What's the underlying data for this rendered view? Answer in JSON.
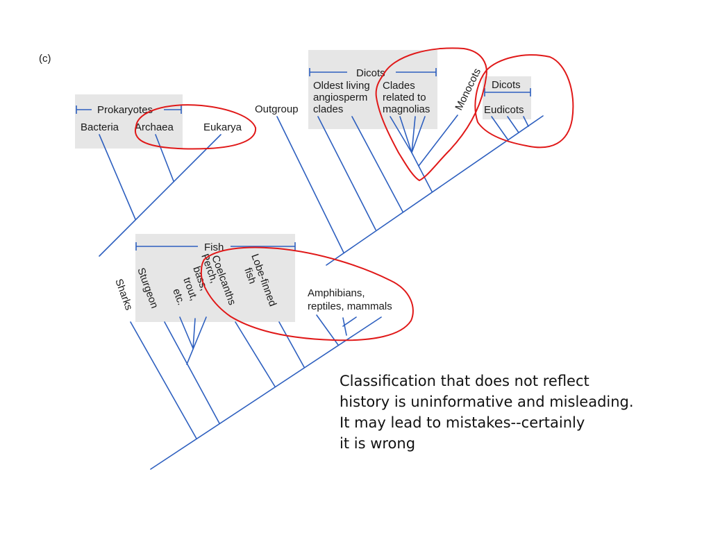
{
  "panel_label": "(c)",
  "tree_top_left": {
    "group": "Prokaryotes",
    "taxa": [
      "Bacteria",
      "Archaea",
      "Eukarya"
    ]
  },
  "tree_top_right": {
    "outgroup": "Outgroup",
    "group_dicots_left": "Dicots",
    "taxa": {
      "oldest_line1": "Oldest living",
      "oldest_line2": "angiosperm",
      "oldest_line3": "clades",
      "clades_line1": "Clades",
      "clades_line2": "related to",
      "clades_line3": "magnolias",
      "monocots": "Monocots",
      "eudicots": "Eudicots"
    },
    "group_dicots_right": "Dicots"
  },
  "tree_bottom": {
    "group": "Fish",
    "taxa": {
      "sharks": "Sharks",
      "sturgeon": "Sturgeon",
      "perch_line1": "Perch,",
      "perch_line2": "bass,",
      "perch_line3": "trout,",
      "perch_line4": "etc.",
      "coelacanths": "Coelcanths",
      "lobe_line1": "Lobe-finned",
      "lobe_line2": "fish",
      "amph_line1": "Amphibians,",
      "amph_line2": "reptiles, mammals"
    }
  },
  "annotation": {
    "line1": "Classification that does not reflect",
    "line2": "history is uninformative and misleading.",
    "line3": "It may lead to mistakes--certainly",
    "line4": "it is wrong"
  },
  "colors": {
    "branch": "#2d5fbf",
    "box": "#e6e6e6",
    "ink": "#e01818"
  }
}
